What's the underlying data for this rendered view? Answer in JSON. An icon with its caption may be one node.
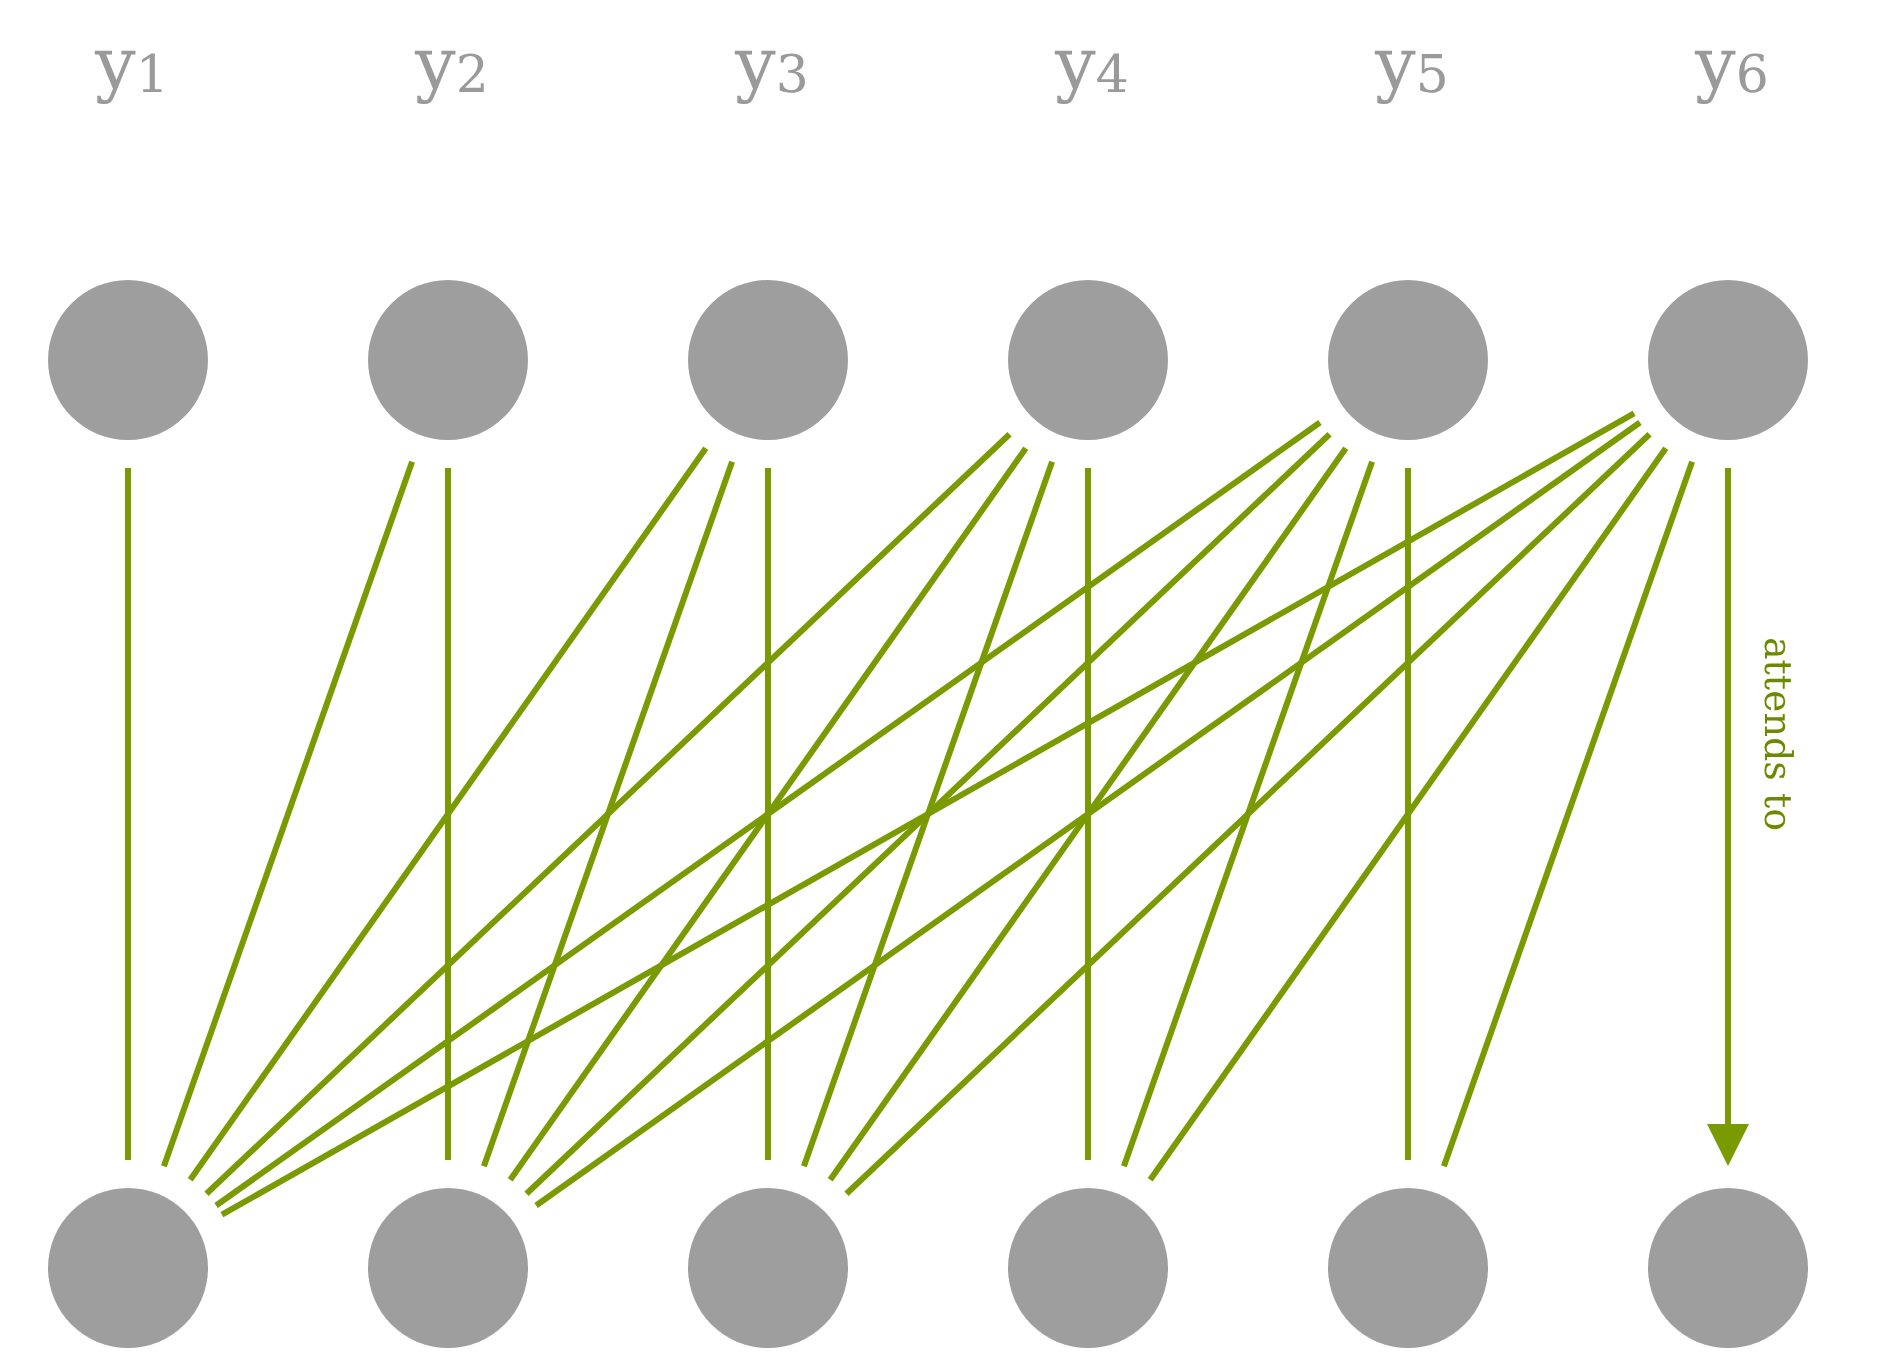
{
  "diagram": {
    "nodes": [
      {
        "text": [
          "y$_{1}$"
        ]
      },
      {
        "text": [
          "y$_{2}$"
        ]
      },
      {
        "text": [
          "y$_{3}$"
        ]
      },
      {
        "text": [
          "y$_{4}$"
        ]
      },
      {
        "text": [
          "y$_{5}$"
        ]
      },
      {
        "text": [
          "y$_{6}$"
        ]
      },
      {
        "text": [],
        "shape": "circle"
      },
      {
        "text": [],
        "shape": "circle"
      },
      {
        "text": [],
        "shape": "circle"
      },
      {
        "text": [],
        "shape": "circle"
      },
      {
        "text": [],
        "shape": "circle"
      },
      {
        "text": [],
        "shape": "circle"
      }
    ],
    "edges": [
      {
        "from": 0,
        "to": 6,
        "arrow": "none"
      },
      {
        "from": 1,
        "to": 6,
        "arrow": "none"
      },
      {
        "from": 1,
        "to": 7,
        "arrow": "none"
      },
      {
        "from": 2,
        "to": 6,
        "arrow": "none"
      },
      {
        "from": 2,
        "to": 7,
        "arrow": "none"
      },
      {
        "from": 2,
        "to": 8,
        "arrow": "none"
      },
      {
        "from": 3,
        "to": 6,
        "arrow": "none"
      },
      {
        "from": 3,
        "to": 7,
        "arrow": "none"
      },
      {
        "from": 3,
        "to": 8,
        "arrow": "none"
      },
      {
        "from": 3,
        "to": 9,
        "arrow": "none"
      },
      {
        "from": 4,
        "to": 6,
        "arrow": "none"
      },
      {
        "from": 4,
        "to": 7,
        "arrow": "none"
      },
      {
        "from": 4,
        "to": 8,
        "arrow": "none"
      },
      {
        "from": 4,
        "to": 9,
        "arrow": "none"
      },
      {
        "from": 4,
        "to": 10,
        "arrow": "none"
      },
      {
        "from": 5,
        "to": 6,
        "arrow": "none"
      },
      {
        "from": 5,
        "to": 7,
        "arrow": "none"
      },
      {
        "from": 5,
        "to": 8,
        "arrow": "none"
      },
      {
        "from": 5,
        "to": 9,
        "arrow": "none"
      },
      {
        "from": 5,
        "to": 10,
        "arrow": "none"
      },
      {
        "from": 5,
        "to": 11,
        "arrow": "to",
        "label": "attends to"
      }
    ]
  }
}
